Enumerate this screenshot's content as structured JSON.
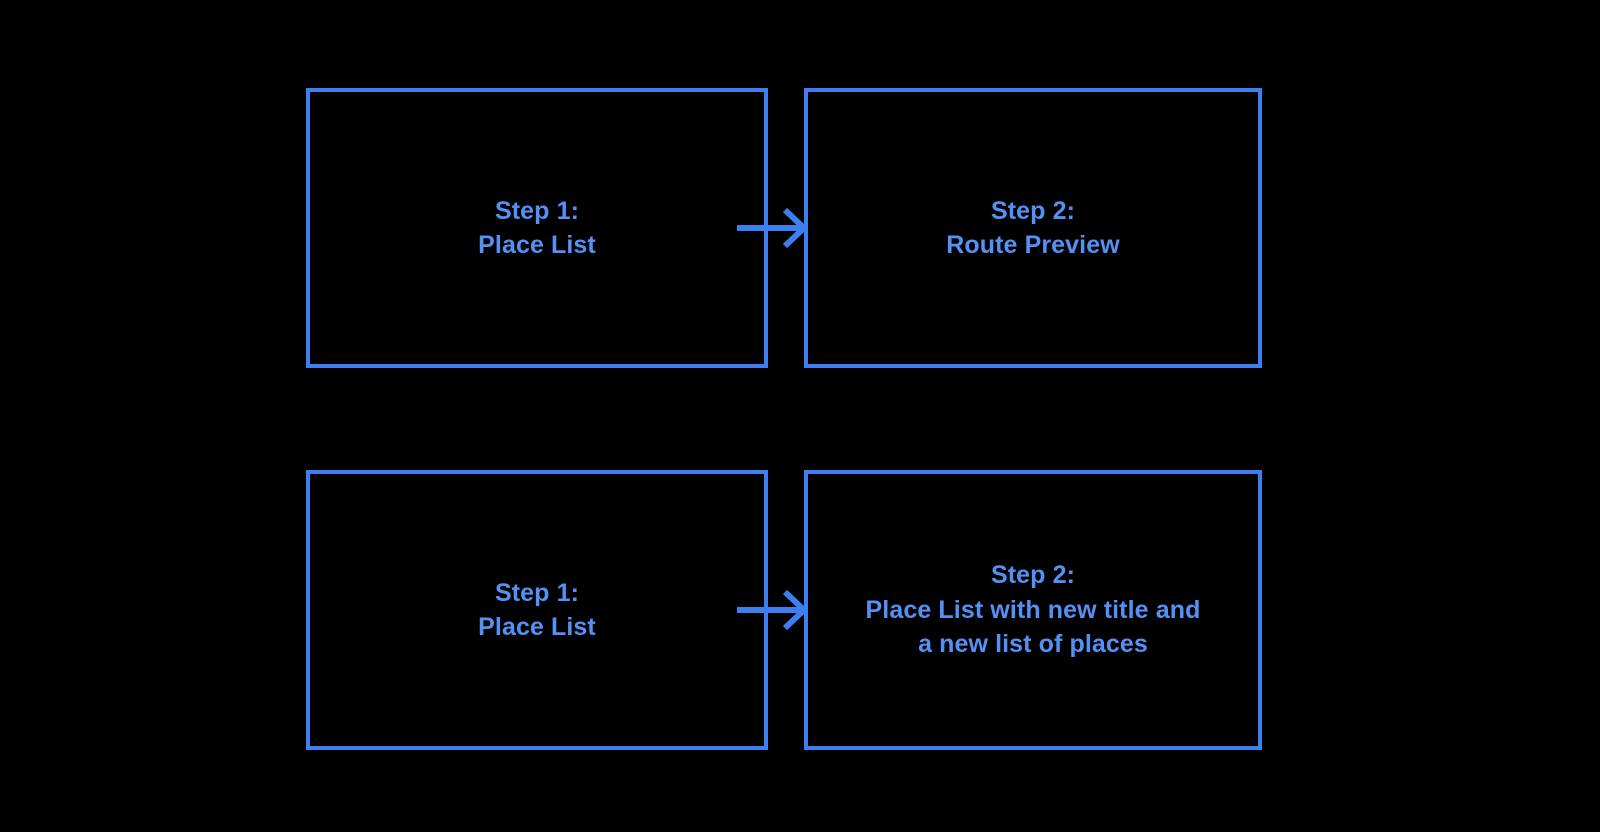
{
  "diagram": {
    "background_color": "#000000",
    "accent_color": "#3d7ff0",
    "text_color": "#5591f5",
    "type": "flow",
    "rows": [
      {
        "name": "route-preview-flow",
        "boxes": [
          {
            "id": "row0-step1",
            "label": "Step 1:\nPlace List"
          },
          {
            "id": "row0-step2",
            "label": "Step 2:\nRoute Preview"
          }
        ],
        "connector": {
          "icon": "arrow-right-icon",
          "direction": "right"
        }
      },
      {
        "name": "new-place-list-flow",
        "boxes": [
          {
            "id": "row1-step1",
            "label": "Step 1:\nPlace List"
          },
          {
            "id": "row1-step2",
            "label": "Step 2:\nPlace List with new title and\na new list of places"
          }
        ],
        "connector": {
          "icon": "arrow-right-icon",
          "direction": "right"
        }
      }
    ]
  }
}
